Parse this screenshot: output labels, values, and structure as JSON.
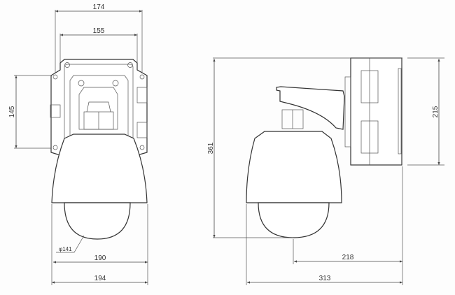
{
  "front_view": {
    "dimensions": {
      "top_width_outer": "174",
      "top_width_inner": "155",
      "mount_height": "145",
      "dome_diameter": "φ141",
      "housing_width": "190",
      "overall_width": "194"
    }
  },
  "side_view": {
    "dimensions": {
      "overall_height": "361",
      "mount_box_height": "215",
      "dome_center_to_wall": "218",
      "overall_depth": "313"
    }
  }
}
